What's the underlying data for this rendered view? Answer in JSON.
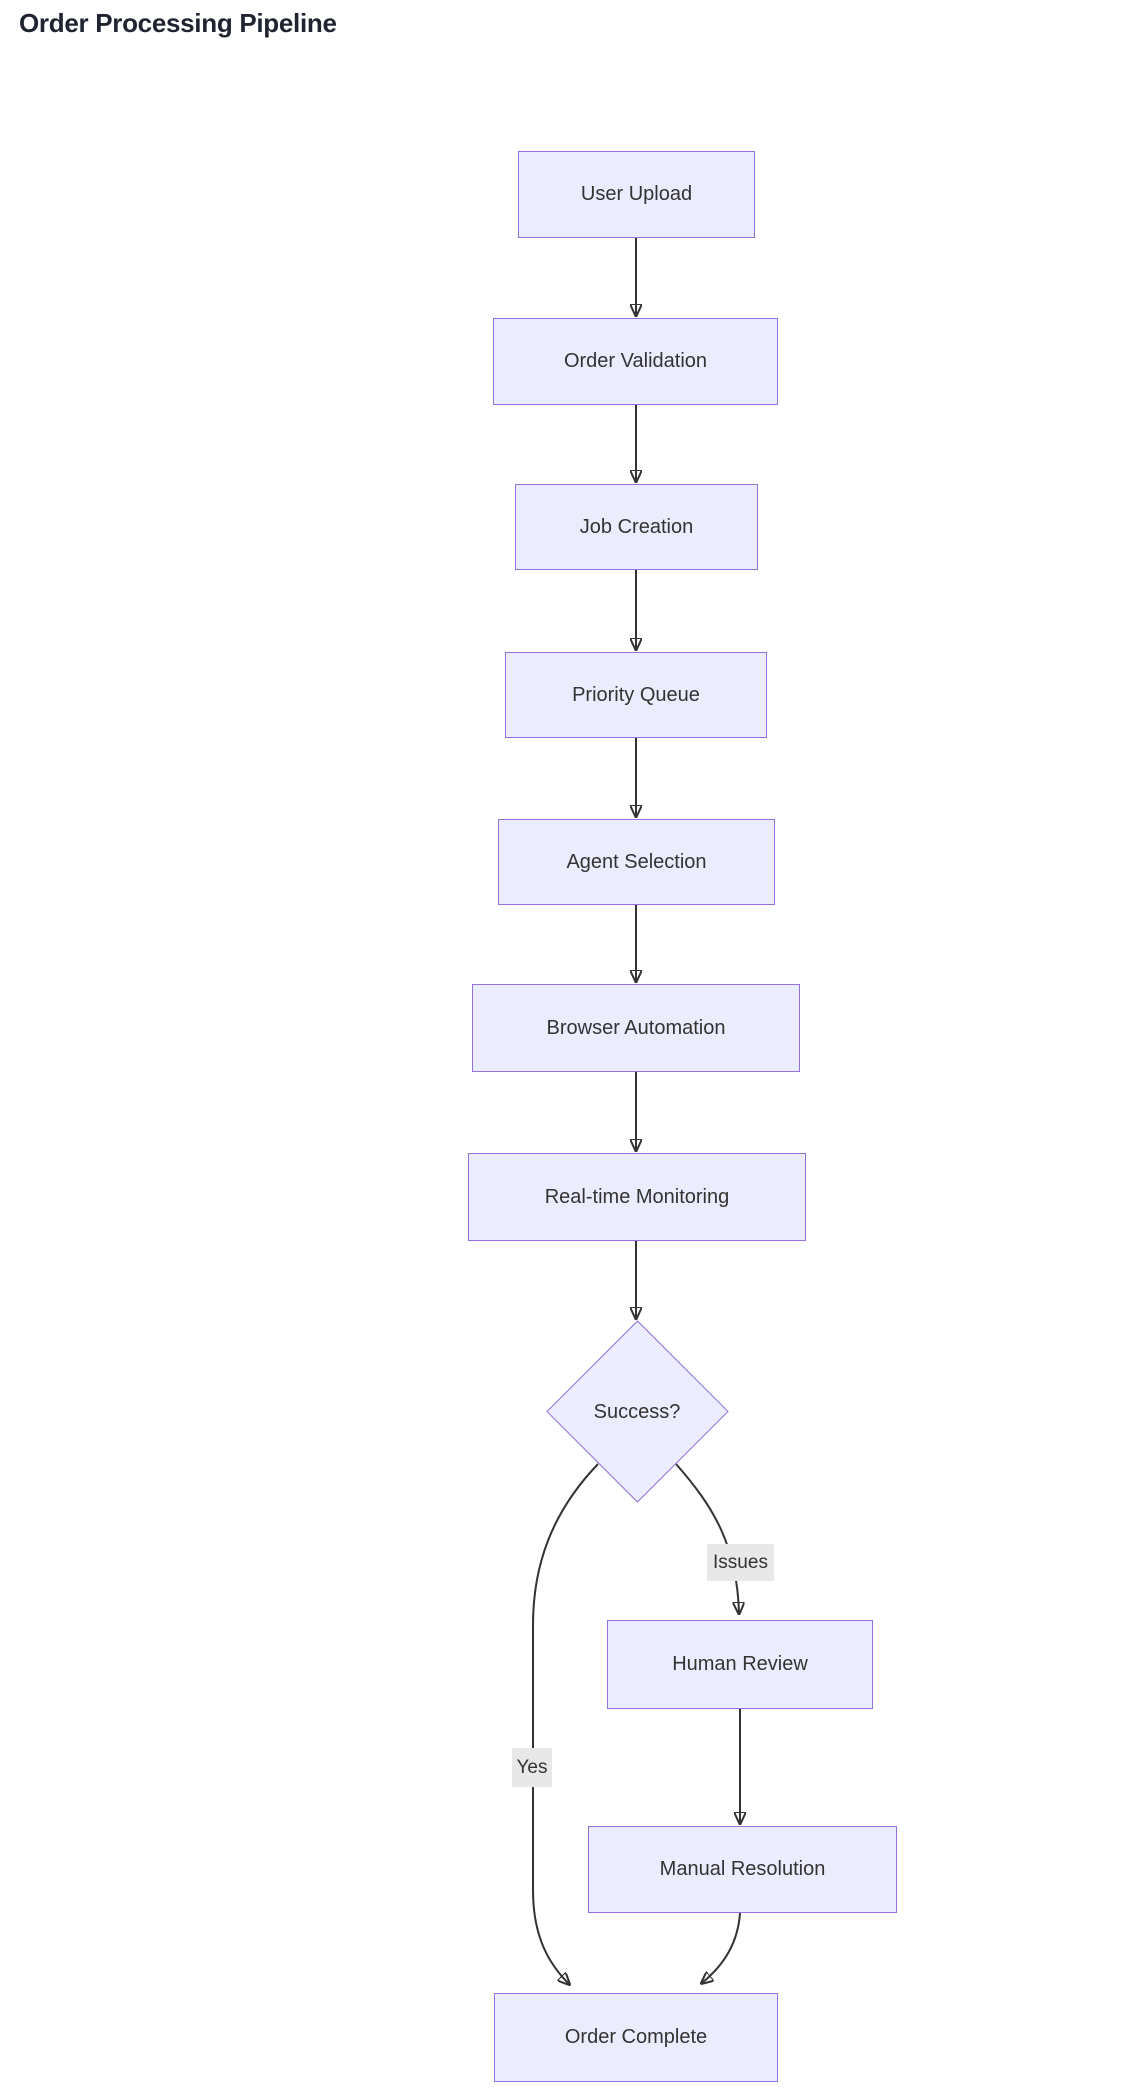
{
  "page": {
    "title": "Order Processing Pipeline"
  },
  "diagram": {
    "type": "flowchart",
    "direction": "top-down",
    "nodes": [
      {
        "id": "user-upload",
        "label": "User Upload",
        "shape": "rect"
      },
      {
        "id": "order-validation",
        "label": "Order Validation",
        "shape": "rect"
      },
      {
        "id": "job-creation",
        "label": "Job Creation",
        "shape": "rect"
      },
      {
        "id": "priority-queue",
        "label": "Priority Queue",
        "shape": "rect"
      },
      {
        "id": "agent-selection",
        "label": "Agent Selection",
        "shape": "rect"
      },
      {
        "id": "browser-automation",
        "label": "Browser Automation",
        "shape": "rect"
      },
      {
        "id": "real-time-monitoring",
        "label": "Real-time Monitoring",
        "shape": "rect"
      },
      {
        "id": "success-decision",
        "label": "Success?",
        "shape": "diamond"
      },
      {
        "id": "human-review",
        "label": "Human Review",
        "shape": "rect"
      },
      {
        "id": "manual-resolution",
        "label": "Manual Resolution",
        "shape": "rect"
      },
      {
        "id": "order-complete",
        "label": "Order Complete",
        "shape": "rect"
      }
    ],
    "edges": [
      {
        "from": "User Upload",
        "to": "Order Validation",
        "label": ""
      },
      {
        "from": "Order Validation",
        "to": "Job Creation",
        "label": ""
      },
      {
        "from": "Job Creation",
        "to": "Priority Queue",
        "label": ""
      },
      {
        "from": "Priority Queue",
        "to": "Agent Selection",
        "label": ""
      },
      {
        "from": "Agent Selection",
        "to": "Browser Automation",
        "label": ""
      },
      {
        "from": "Browser Automation",
        "to": "Real-time Monitoring",
        "label": ""
      },
      {
        "from": "Real-time Monitoring",
        "to": "Success?",
        "label": ""
      },
      {
        "from": "Success?",
        "to": "Order Complete",
        "label": "Yes"
      },
      {
        "from": "Success?",
        "to": "Human Review",
        "label": "Issues"
      },
      {
        "from": "Human Review",
        "to": "Manual Resolution",
        "label": ""
      },
      {
        "from": "Manual Resolution",
        "to": "Order Complete",
        "label": ""
      }
    ],
    "colors": {
      "node_fill": "#ECECFF",
      "node_border": "#9370DB",
      "node_text": "#333333",
      "edge_stroke": "#333333",
      "edge_label_bg": "#e8e8e8",
      "title_text": "#1f2430",
      "background": "#ffffff"
    }
  }
}
